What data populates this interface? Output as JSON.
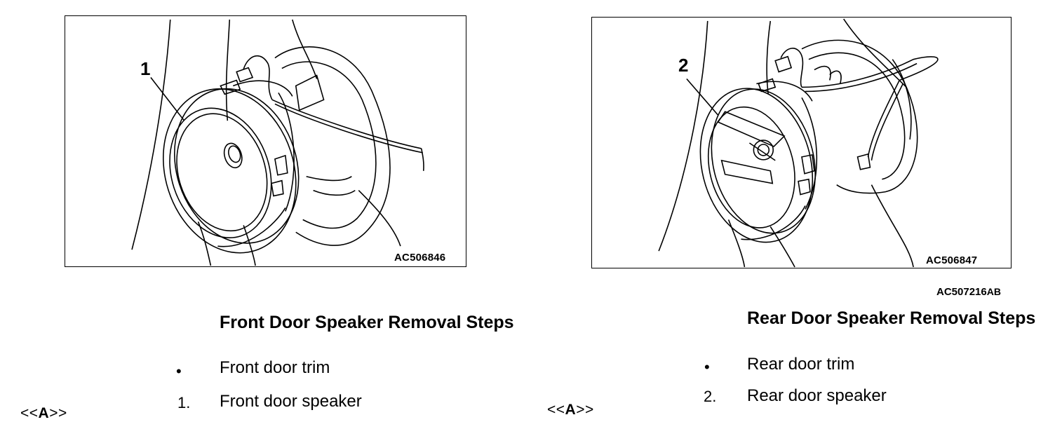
{
  "illustration_code": "AC507216",
  "illustration_suffix": "AB",
  "front": {
    "figure_code": "AC506846",
    "callout": "1",
    "title": "Front Door Speaker Removal Steps",
    "steps": [
      {
        "marker": "•",
        "text": "Front door trim"
      },
      {
        "marker": "1.",
        "text": "Front door speaker"
      }
    ],
    "note_ref_open": "<<",
    "note_ref_letter": "A",
    "note_ref_close": ">>"
  },
  "rear": {
    "figure_code": "AC506847",
    "callout": "2",
    "title": "Rear Door Speaker Removal Steps",
    "steps": [
      {
        "marker": "•",
        "text": "Rear door trim"
      },
      {
        "marker": "2.",
        "text": "Rear door speaker"
      }
    ],
    "note_ref_open": "<<",
    "note_ref_letter": "A",
    "note_ref_close": ">>"
  }
}
